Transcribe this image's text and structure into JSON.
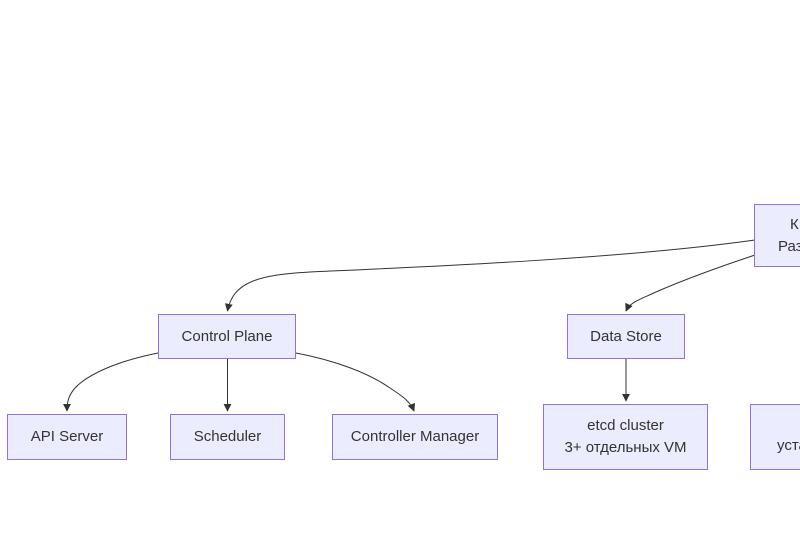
{
  "diagram": {
    "type": "flowchart",
    "colors": {
      "background": "#ffffff",
      "node_fill": "#ECECFF",
      "node_border": "#9370DB",
      "edge": "#333333",
      "text": "#333333"
    },
    "nodes": {
      "root": {
        "visible_line1": "К",
        "visible_line2": "Раз",
        "clipped": "right edge of screen"
      },
      "control_plane": {
        "label": "Control Plane"
      },
      "data_store": {
        "label": "Data Store"
      },
      "api_server": {
        "label": "API Server"
      },
      "scheduler": {
        "label": "Scheduler"
      },
      "controller_manager": {
        "label": "Controller Manager"
      },
      "etcd": {
        "line1": "etcd cluster",
        "line2": "3+ отдельных VM"
      },
      "bottom_right": {
        "visible_line2": "уста",
        "clipped": "right edge of screen"
      }
    },
    "edges": [
      {
        "from": "root",
        "to": "control_plane"
      },
      {
        "from": "root",
        "to": "data_store"
      },
      {
        "from": "control_plane",
        "to": "api_server"
      },
      {
        "from": "control_plane",
        "to": "scheduler"
      },
      {
        "from": "control_plane",
        "to": "controller_manager"
      },
      {
        "from": "data_store",
        "to": "etcd"
      }
    ]
  }
}
